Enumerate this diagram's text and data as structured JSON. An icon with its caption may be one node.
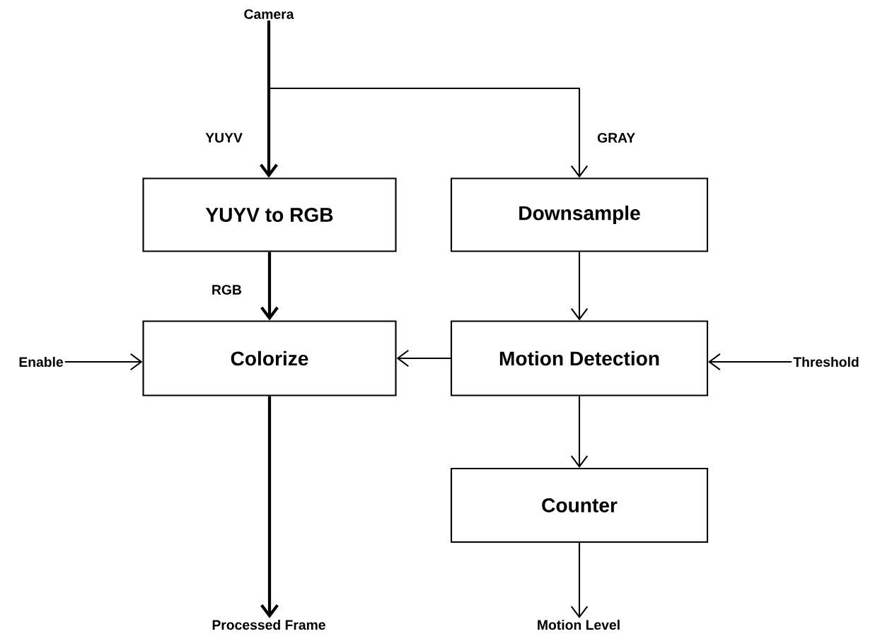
{
  "diagram": {
    "nodes": [
      {
        "text": [
          "Camera"
        ]
      },
      {
        "text": [
          "YUYV to RGB"
        ]
      },
      {
        "text": [
          "Downsample"
        ]
      },
      {
        "text": [
          "Enable"
        ]
      },
      {
        "text": [
          "Colorize"
        ]
      },
      {
        "text": [
          "Motion Detection"
        ]
      },
      {
        "text": [
          "Threshold"
        ]
      },
      {
        "text": [
          "Counter"
        ]
      },
      {
        "text": [
          "Processed Frame"
        ]
      },
      {
        "text": [
          "Motion Level"
        ]
      }
    ],
    "edges": [
      {
        "from": 0,
        "to": 1,
        "arrow": "to",
        "label": "YUYV",
        "style": "thick"
      },
      {
        "from": 0,
        "to": 2,
        "arrow": "to",
        "label": "GRAY"
      },
      {
        "from": 1,
        "to": 4,
        "arrow": "to",
        "label": "RGB",
        "style": "thick"
      },
      {
        "from": 2,
        "to": 5,
        "arrow": "to"
      },
      {
        "from": 3,
        "to": 4,
        "arrow": "to"
      },
      {
        "from": 5,
        "to": 4,
        "arrow": "to"
      },
      {
        "from": 6,
        "to": 5,
        "arrow": "to"
      },
      {
        "from": 5,
        "to": 7,
        "arrow": "to"
      },
      {
        "from": 4,
        "to": 8,
        "arrow": "to",
        "style": "thick"
      },
      {
        "from": 7,
        "to": 9,
        "arrow": "to"
      }
    ]
  }
}
